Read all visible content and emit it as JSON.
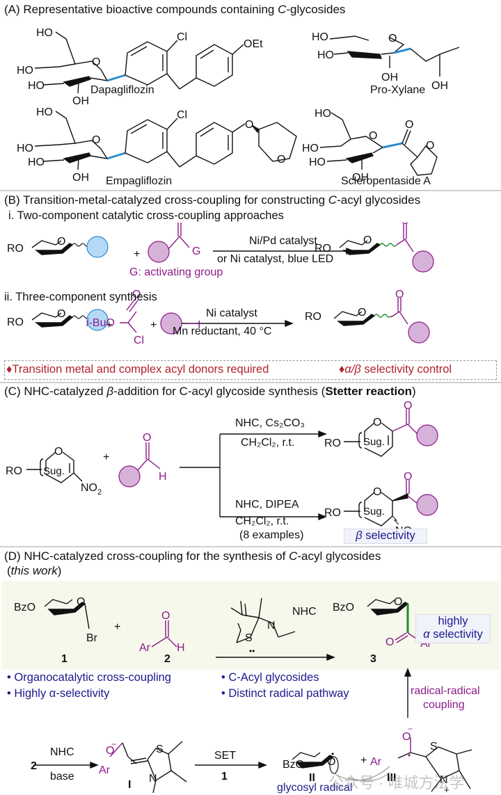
{
  "colors": {
    "bond_highlight_blue": "#2b8ccf",
    "acyl_purple": "#8b1a89",
    "circle_blue": "#b5d8f7",
    "circle_purple": "#d7b2d8",
    "green_bond": "#1f8a2a",
    "warning_red": "#b0222e",
    "note_blue": "#1a1a8c",
    "panel_d_background": "#f6f8ec"
  },
  "panelA": {
    "title": "(A) Representative bioactive compounds containing ",
    "title_italic": "C",
    "title_tail": "-glycosides",
    "compounds": [
      {
        "name": "Dapagliflozin",
        "substituents": [
          "HO",
          "HO",
          "HO",
          "OH",
          "O",
          "Cl",
          "OEt"
        ]
      },
      {
        "name": "Pro-Xylane",
        "substituents": [
          "HO",
          "HO",
          "O",
          "OH",
          "OH"
        ]
      },
      {
        "name": "Empagliflozin",
        "substituents": [
          "HO",
          "HO",
          "HO",
          "OH",
          "O",
          "Cl",
          "O",
          "O"
        ]
      },
      {
        "name": "Scleropentaside A",
        "substituents": [
          "HO",
          "HO",
          "HO",
          "OH",
          "O",
          "O",
          "O"
        ]
      }
    ]
  },
  "panelB": {
    "title_pre": "(B) Transition-metal-catalyzed cross-coupling for constructing ",
    "title_italic": "C",
    "title_tail": "-acyl glycosides",
    "section_i": "i. Two-component catalytic cross-coupling approaches",
    "section_ii": "ii. Three-component synthesis",
    "ro": "RO",
    "o": "O",
    "g": "G",
    "plus": "+",
    "activating_group": "G: activating group",
    "cond_i_top": "Ni/Pd catalyst",
    "cond_i_bottom": "or Ni catalyst, blue LED",
    "ibuo_italic": "i",
    "ibuo": "-BuO",
    "cl": "Cl",
    "iodo": "I",
    "cond_ii_top": "Ni catalyst",
    "cond_ii_bottom": "Mn reductant, 40 °C",
    "drawback_1": "♦Transition metal and complex acyl donors required",
    "drawback_2_pre": "♦",
    "drawback_2_italic": "α/β",
    "drawback_2_tail": " selectivity control"
  },
  "panelC": {
    "title_pre": "(C) NHC-catalyzed ",
    "title_italic": "β",
    "title_mid": "-addition for C-acyl glycoside synthesis (",
    "title_bold": "Stetter reaction",
    "title_tail": ")",
    "ro": "RO",
    "sug": "Sug.",
    "no2": "NO₂",
    "h": "H",
    "o": "O",
    "plus": "+",
    "cond_top_1": "NHC, Cs₂CO₃",
    "cond_top_2": "CH₂Cl₂, r.t.",
    "cond_bot_1": "NHC, DIPEA",
    "cond_bot_2": "CH₂Cl₂, r.t.",
    "cond_bot_3": "(8 examples)",
    "beta_selectivity_italic": "β",
    "beta_selectivity_tail": " selectivity"
  },
  "panelD": {
    "title_pre": "(D) NHC-catalyzed cross-coupling for the synthesis of ",
    "title_italic": "C",
    "title_tail": "-acyl glycosides",
    "this_work_italic": "this work",
    "bzo": "BzO",
    "br": "Br",
    "ar": "Ar",
    "h": "H",
    "o": "O",
    "s": "S",
    "n": "N",
    "nhc": "NHC",
    "plus": "+",
    "cmpd_1": "1",
    "cmpd_2": "2",
    "cmpd_3": "3",
    "highly": "highly",
    "alpha_selectivity_italic": "α",
    "alpha_selectivity_tail": " selectivity",
    "bullets": [
      "• Organocatalytic cross-coupling",
      "• Highly α-selectivity",
      "• C-Acyl glycosides",
      "• Distinct radical pathway"
    ],
    "radical_coupling_1": "radical-radical",
    "radical_coupling_2": "coupling",
    "mech_2": "2",
    "mech_nhc": "NHC",
    "mech_base": "base",
    "mech_set": "SET",
    "mech_1": "1",
    "int_I": "I",
    "int_II": "II",
    "int_III": "III",
    "glycosyl_radical": "glycosyl radical",
    "o_minus": "O⁻",
    "n_plus": "N⁺"
  },
  "watermark": "公众号 · 唯城方法学"
}
